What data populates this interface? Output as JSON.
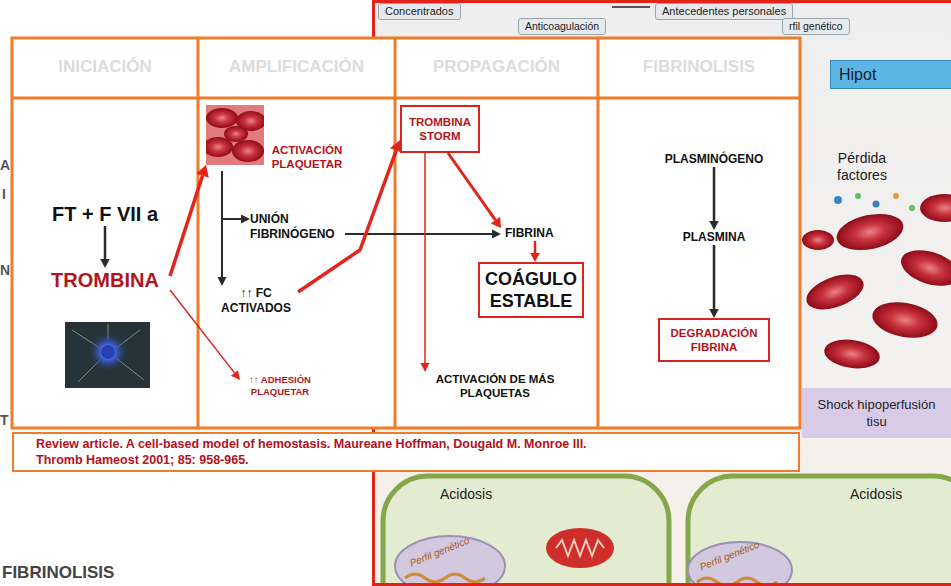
{
  "diagram": {
    "caption": "Review article. A cell-based model of hemostasis. Maureane Hoffman, Dougald M. Monroe III. Thromb Hameost 2001; 85: 958-965.",
    "nodes": [
      {
        "text": [
          "FT + F VII a"
        ]
      },
      {
        "text": [
          "TROMBINA"
        ]
      },
      {
        "text": [
          "ACTIVACIÓN PLAQUETAR"
        ]
      },
      {
        "text": [
          "UNIÓN FIBRINÓGENO"
        ]
      },
      {
        "text": [
          "↑↑ FC ACTIVADOS"
        ]
      },
      {
        "text": [
          "↑↑ ADHESIÓN PLAQUETAR"
        ]
      },
      {
        "text": [
          "TROMBINA STORM"
        ]
      },
      {
        "text": [
          "FIBRINA"
        ]
      },
      {
        "text": [
          "COÁGULO ESTABLE"
        ]
      },
      {
        "text": [
          "ACTIVACIÓN DE MÁS PLAQUETAS"
        ]
      },
      {
        "text": [
          "PLASMINÓGENO"
        ]
      },
      {
        "text": [
          "PLASMINA"
        ]
      },
      {
        "text": [
          "DEGRADACIÓN FIBRINA"
        ]
      },
      {
        "text": [
          "Concentrados"
        ]
      },
      {
        "text": [
          "Anticoagulación"
        ]
      },
      {
        "text": [
          "Antecedentes personales"
        ]
      },
      {
        "text": [
          "rfil genético"
        ]
      },
      {
        "text": [
          "Hipot"
        ]
      },
      {
        "text": [
          "Shock hipoperfusión tisu"
        ]
      }
    ],
    "edges": [
      {
        "from": 0,
        "to": 1,
        "arrow": "to"
      },
      {
        "from": 1,
        "to": 2,
        "arrow": "to"
      },
      {
        "from": 1,
        "to": 5,
        "arrow": "to"
      },
      {
        "from": 2,
        "to": 3,
        "arrow": "to"
      },
      {
        "from": 2,
        "to": 4,
        "arrow": "to"
      },
      {
        "from": 3,
        "to": 7,
        "arrow": "to"
      },
      {
        "from": 6,
        "to": 7,
        "arrow": "to"
      },
      {
        "from": 7,
        "to": 8,
        "arrow": "to"
      },
      {
        "from": 6,
        "to": 9,
        "arrow": "to"
      },
      {
        "from": 4,
        "to": 6,
        "arrow": "to"
      },
      {
        "from": 10,
        "to": 11,
        "arrow": "to"
      },
      {
        "from": 11,
        "to": 12,
        "arrow": "to"
      }
    ],
    "labels": [
      "INICIACIÓN",
      "AMPLIFICACIÓN",
      "PROPAGACIÓN",
      "FIBRINOLISIS",
      "Pérdida factores",
      "Acidosis",
      "Acidosis",
      "Perfil genético",
      "Perfil genético",
      "A",
      "I",
      "N",
      "T",
      "FIBRINOLISIS"
    ]
  }
}
